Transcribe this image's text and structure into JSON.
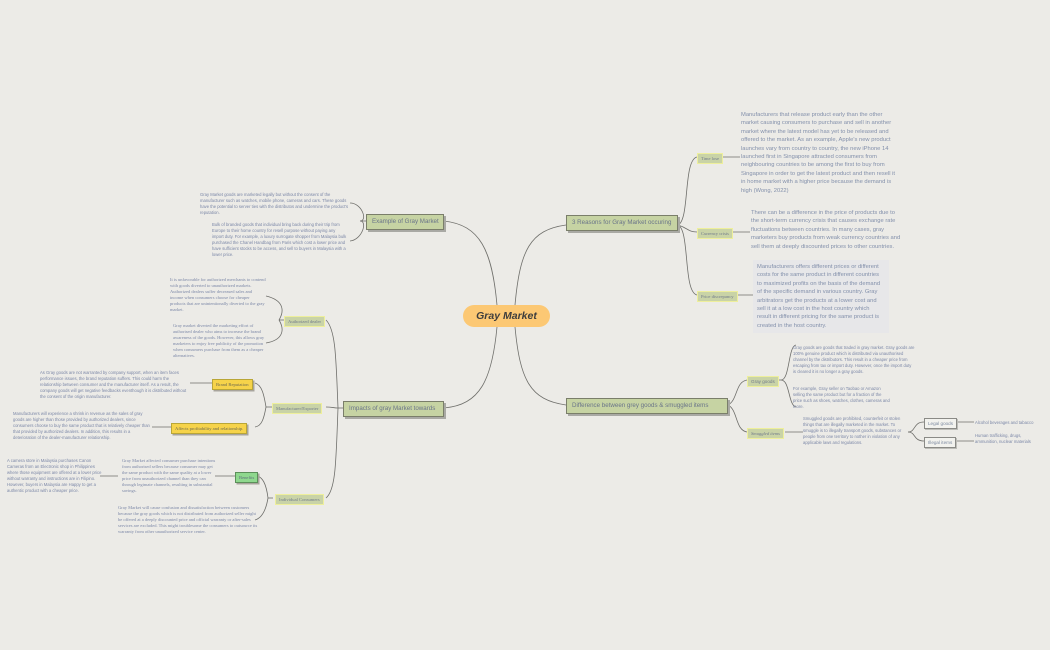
{
  "central": {
    "label": "Gray Market"
  },
  "branches": {
    "reasons": {
      "label": "3 Reasons for Gray Market occuring",
      "items": [
        {
          "label": "Time lose",
          "text": "Manufacturers that release product early than the other market causing consumers to purchase and sell in another market where the latest model has yet to be released and offered to the market. As an example, Apple's new product launches vary from country to country, the new iPhone 14 launched first in Singapore attracted consumers from neighbouring countries to be among the first to buy from Singapore in order to get the latest product and then resell it in home market with a higher price because the demand is high (Wong, 2022)"
        },
        {
          "label": "Currency crisis",
          "text": "There can be a difference in the price of products due to the short-term currency crisis that causes exchange rate fluctuations between countries. In many cases, gray marketers buy products from weak currency countries and sell them at deeply discounted prices to other countries."
        },
        {
          "label": "Price discrepancy",
          "text": "Manufacturers  offers different prices or different costs for the same product in different countries to maximized profits on the basis of the demand of the specific demand in various country. Gray arbitrators get the products at a lower cost and sell it at a low cost in the host country which result in different pricing for the same product is created in the host country."
        }
      ]
    },
    "difference": {
      "label": "Difference between grey goods & smuggled items",
      "gray_goods": {
        "label": "Gray goods",
        "texts": [
          "Gray goods are goods that traded in gray market. Gray goods are 100% genuine product which is distributed via unauthorised channel by the distributors. This result in a cheaper price from escaping from tax or import duty. However, once the import duty is cleared it is no longer a gray goods.",
          "For example, Gray seller on Taobao or Amazon selling the same product but for a fraction of the price such as shoes, watches, clothes, cameras and more."
        ]
      },
      "smuggled": {
        "label": "Smuggled items",
        "text": "Smuggled goods are prohibited, counterfeit or stolen things that are illegally marketed in the market. To smuggle is to illegally transport goods, substances or people from one territory to nother in violation of any applicable laws and regulations.",
        "children": [
          {
            "label": "Legal goods",
            "text": "Alcohol beverages and tabacco"
          },
          {
            "label": "Illegal items",
            "text": "Human trafficking, drugs, ammunition, nuclear materials"
          }
        ]
      }
    },
    "example": {
      "label": "Example of Gray Market",
      "texts": [
        "Gray Market goods are marketed legally but without the consent of the manufacturer such as watches, mobile phone, cameras and cars. These goods have the potential to server ties with the distributos and undermine the product's reputation.",
        "Bulk of branded goods that individual bring back during their trip from Europe to their home country for resell purpose without paying any import duty. For example, a luxury surrogate shopper from Malaysia bulk purchased the Chanel Handbag from Paris which cost a lower price and have sufficient stocks to be access, and sell to buyers in Malaysia with a lower price."
      ]
    },
    "impacts": {
      "label": "Impacts of gray Market towards",
      "authorized_dealer": {
        "label": "Authorized dealer",
        "texts": [
          "It is unfavorable for authorized merchants to contend with goods diverted to unauthorized markets. Authorized dealers suffer decreased sales and income when consumers choose for cheaper products that are unintentionally diverted to the gray market.",
          "Gray market diverted the marketing effort of authorised dealer who aims to increase the brand awareness of the goods. However, this allows gray marketers to enjoy free publicity of the promotion when consumers purchase from them as a cheaper alternatives."
        ]
      },
      "manufacturer": {
        "label": "Manufacturer/Exporter",
        "children": [
          {
            "label": "Brand Reputation",
            "text": "As Gray goods are not warranted by company support, when an item faces performance issues, the brand reputation suffers. This could harm the relationship between consumer  and the manufacturer itself. As a result, the company goods will get negative feedbacks eventhough it is distributed without the consent of the origin manufacturer."
          },
          {
            "label": "Affects profitability and relationship.",
            "text": "Manufacturers will experience a shrink in revenue as the sales of gray goods are higher than those provided by authorized dealers, since consumers choose to buy the same product that is relatively cheaper than that provided by authorized dealers. In addition, this results in a deterioration of the dealer-manufacturer relationship."
          }
        ]
      },
      "consumers": {
        "label": "Individual Consumers",
        "benefits": {
          "label": "Benefits",
          "text": "Gray Market affected consumer purchase intentions from authorised sellers because consumer may get the same product with the same quality at a lower price from unauthorized channel than they can through legimate channels, resulting in substantial savings.",
          "example": "A camera store in Malaysia purchases Canon Cameras from an Electronic shop in Philippines where those equipment are offered at a lower price without warranty and instructions are in Filipino. However, buyers in Malaysia are Happy to get a authentic product with a cheaper price."
        },
        "drawback": "Gray Market will cause confusion and dissatisfaction between customers because the gray goods which is not distributed from authorized seller might be offered at a deeply discounted price and official warranty or after-sales services are excluded. This might troublesome the consumers to outsource its warranty from other unauthorized service center."
      }
    }
  },
  "colors": {
    "central": "#fcc874",
    "main": "#c6d3a3",
    "background": "#ecebe7",
    "text": "#7b87a7",
    "line": "#7a7a76"
  }
}
